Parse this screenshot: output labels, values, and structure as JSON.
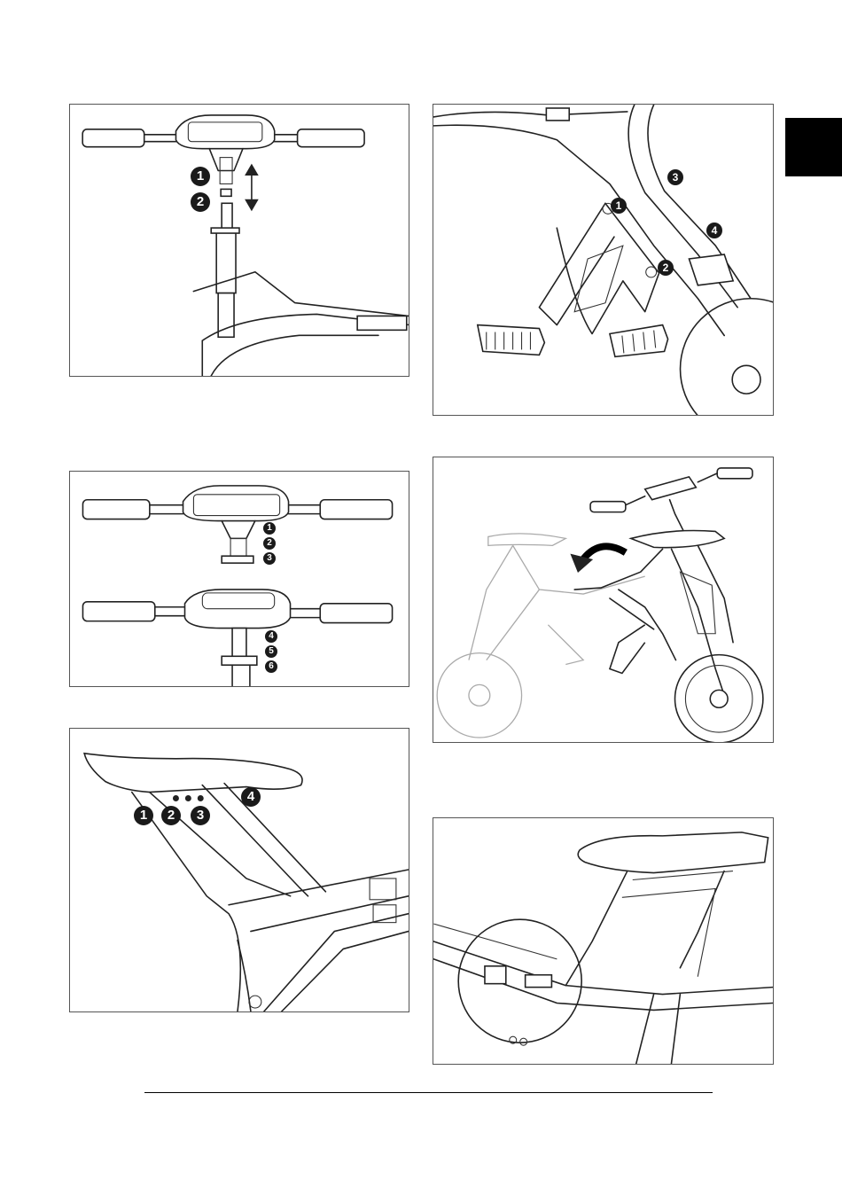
{
  "side_tab": {
    "color": "#000000"
  },
  "panels": {
    "handlebar_height": {
      "callouts": [
        "1",
        "2"
      ]
    },
    "fold_frame": {
      "callouts": [
        "1",
        "2",
        "3",
        "4"
      ]
    },
    "handlebar_positions": {
      "callouts": [
        "1",
        "2",
        "3",
        "4",
        "5",
        "6"
      ]
    },
    "seat_bolts": {
      "callouts": [
        "1",
        "2",
        "3",
        "4"
      ]
    }
  }
}
